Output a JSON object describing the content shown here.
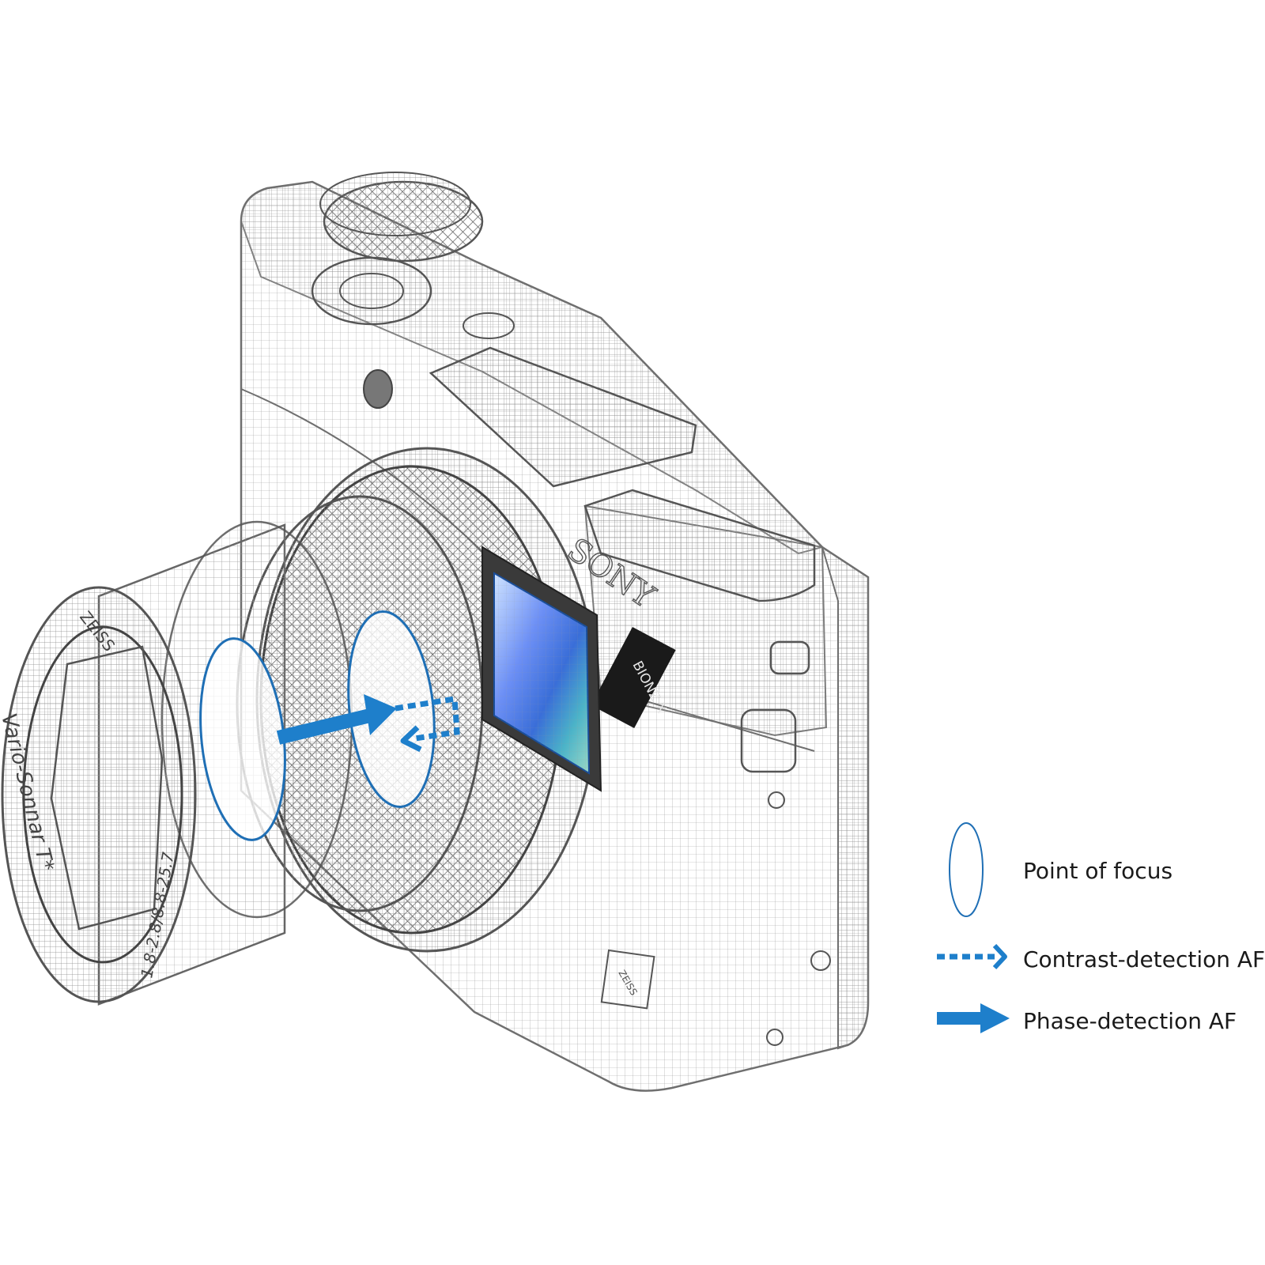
{
  "colors": {
    "accent": "#1e7fcb",
    "outline": "#1f6fb5",
    "wireframe": "#8f8f8f",
    "background": "#ffffff"
  },
  "camera": {
    "brand_label": "SONY",
    "processor_label": "BIONZ X",
    "lens_brand_label": "ZEISS",
    "lens_name_label": "Vario-Sonnar T*",
    "lens_spec_label": "1.8-2.8/8.8-25.7",
    "body_badge_label": "ZEISS"
  },
  "legend": {
    "items": [
      {
        "key": "focus",
        "symbol": "ellipse-outline-icon",
        "label": "Point of focus"
      },
      {
        "key": "contrast",
        "symbol": "dashed-arrow-icon",
        "label": "Contrast-detection AF"
      },
      {
        "key": "phase",
        "symbol": "solid-arrow-icon",
        "label": "Phase-detection AF"
      }
    ]
  }
}
